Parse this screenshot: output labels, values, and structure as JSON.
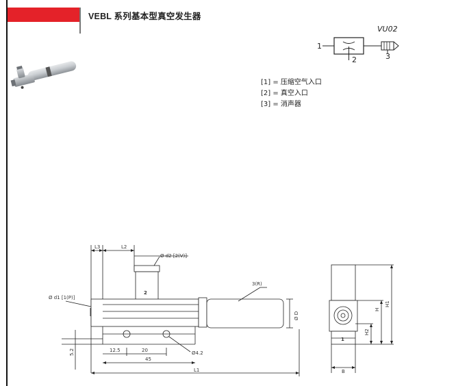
{
  "page": {
    "title": "VEBL 系列基本型真空发生器"
  },
  "symbol": {
    "model": "VU02",
    "port1": "1",
    "port2": "2",
    "port3": "3"
  },
  "legend": [
    "[1] = 压缩空气入口",
    "[2] = 真空入口",
    "[3] = 消声器"
  ],
  "drawing": {
    "front": {
      "l3": "L3",
      "l2": "L2",
      "d2": "Ø  d2  [2(V)]",
      "port_number": "2",
      "r3": "3(R)",
      "d1": "Ø  d1  [1(P)]",
      "d0": "Ø D",
      "v52": "5.2",
      "v125": "12.5",
      "v20": "20",
      "v45": "45",
      "d42": "Ø4.2",
      "l1": "L1"
    },
    "side": {
      "h": "H",
      "h1": "H1",
      "h2": "H2",
      "port1": "1",
      "b": "B"
    }
  },
  "colors": {
    "brand_red": "#e42229",
    "line": "#222222"
  }
}
